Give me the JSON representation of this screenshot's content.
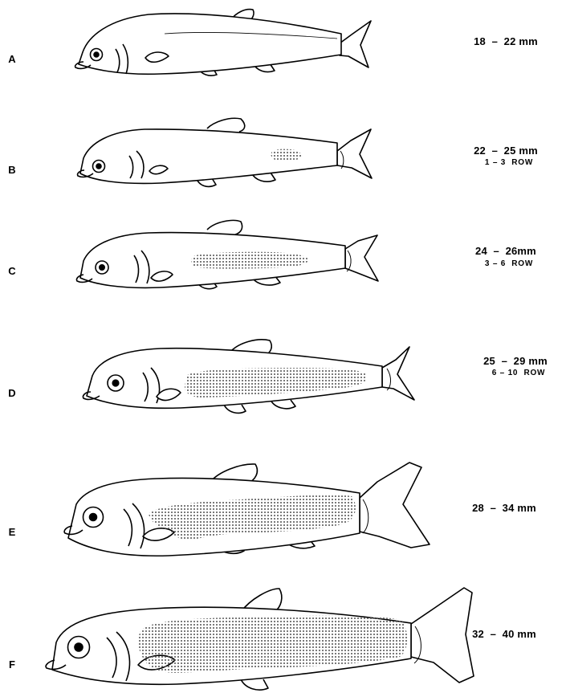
{
  "stages": [
    {
      "id": "A",
      "size": "18  –  22 mm",
      "rows": "",
      "scale": 1.0,
      "scale_rows": 0
    },
    {
      "id": "B",
      "size": "22  –  25 mm",
      "rows": "1 – 3  ROW",
      "scale": 1.0,
      "scale_rows": 2
    },
    {
      "id": "C",
      "size": "24  –  26mm",
      "rows": "3 – 6  ROW",
      "scale": 1.1,
      "scale_rows": 4.5
    },
    {
      "id": "D",
      "size": "25  –  29 mm",
      "rows": "6 – 10  ROW",
      "scale": 1.15,
      "scale_rows": 8
    },
    {
      "id": "E",
      "size": "28  –  34 mm",
      "rows": "",
      "scale": 1.3,
      "scale_rows": 11
    },
    {
      "id": "F",
      "size": "32  –  40 mm",
      "rows": "",
      "scale": 1.45,
      "scale_rows": 14
    }
  ],
  "colors": {
    "ink": "#000000",
    "paper": "#ffffff",
    "scale_dots": "#555555"
  }
}
